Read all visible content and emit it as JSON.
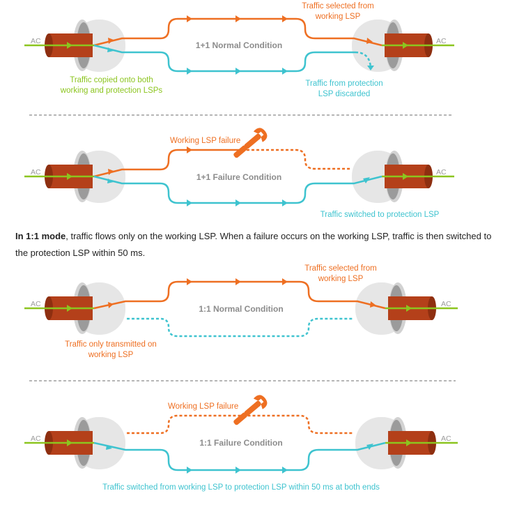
{
  "ac_label": "AC",
  "colors": {
    "working": "#ee6f22",
    "protection": "#3ec3cf",
    "attachment": "#8cc51f",
    "pipe": "#b4401a",
    "tube": "#e6e6e6",
    "wrench": "#ee6f22"
  },
  "panel1": {
    "title": "1+1 Normal Condition",
    "label_left": [
      "Traffic copied onto both",
      "working and protection LSPs"
    ],
    "label_top_right": [
      "Traffic selected from",
      "working LSP"
    ],
    "label_right": [
      "Traffic from protection",
      "LSP discarded"
    ]
  },
  "panel2": {
    "title": "1+1 Failure Condition",
    "label_failure": "Working LSP failure",
    "label_bottom_right": "Traffic switched to protection LSP"
  },
  "paragraph": {
    "bold": "In 1:1 mode",
    "rest": ", traffic flows only on the working LSP. When a failure occurs on the working LSP, traffic is then switched to the protection LSP within 50 ms."
  },
  "panel3": {
    "title": "1:1 Normal Condition",
    "label_top_right": [
      "Traffic selected from",
      "working LSP"
    ],
    "label_left": [
      "Traffic only transmitted on",
      "working LSP"
    ]
  },
  "panel4": {
    "title": "1:1 Failure Condition",
    "label_failure": "Working LSP failure",
    "label_bottom": "Traffic switched from working LSP to protection LSP within 50 ms at both ends"
  }
}
